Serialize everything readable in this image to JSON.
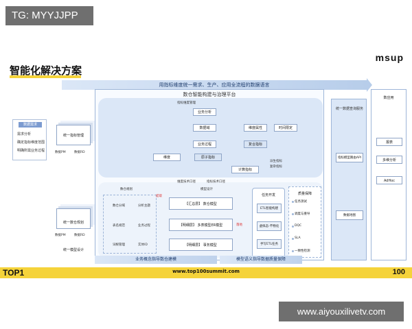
{
  "tg_label": "TG: MYYJJPP",
  "watermark": "www.aiyouxilivetv.com",
  "slide": {
    "title": "智能化解决方案",
    "logo": "msup",
    "top_banner": "用指标维度统一需求、生产、应用全流程的数据语言",
    "platform_title": "数仓智能构建与治理平台",
    "left_panel": {
      "head": "数据需求",
      "lines": [
        "需求分析",
        "确定指标维度范围",
        "明确所需业务过程"
      ]
    },
    "left_top_card": "统一指标管理",
    "left_top_labels": [
      "数据PM",
      "数据RD"
    ],
    "left_bottom_card": [
      "统一数仓规划",
      "统一模型设计"
    ],
    "left_bottom_labels": [
      "数据PM",
      "数据RD"
    ],
    "upper": {
      "title": "指标维度管理",
      "items": [
        "业务分析",
        "数据域",
        "维度属性",
        "时间限定",
        "业务过程",
        "复合指标",
        "维度",
        "原子指标",
        "计算指标"
      ],
      "side_notes": [
        "派生指标",
        "复杂指标"
      ]
    },
    "lower": {
      "plan_title": "数仓规划",
      "plan_items": [
        "数仓分域",
        "表名规范",
        "词根管理"
      ],
      "plan_notes": [
        "分析主题",
        "业务过程",
        "实体ID"
      ],
      "model_title": "模型设计",
      "model_items": [
        "【汇总层】 数仓模型",
        "【明细层】 多表模型ER模型",
        "【明细层】 事务模型"
      ],
      "notes": [
        "维度技术口径",
        "指标技术口径",
        "提取",
        "落地"
      ]
    },
    "dev": {
      "title": "任务开发",
      "items": [
        "ETL智能构建",
        "虚拟态-不物化",
        "手写ETL任务"
      ]
    },
    "quality": {
      "title": "质量保障",
      "items": [
        "任务测试",
        "调度与重导",
        "DQC",
        "SLA",
        "一致性检测"
      ]
    },
    "right": {
      "head": "统一数据查询服务",
      "items": [
        "指标模型路由API",
        "数据地图"
      ]
    },
    "apps": {
      "title": "数应用",
      "items": [
        "报表",
        "多维分析",
        "AdHoc"
      ]
    },
    "bottom_left": "业务概念指导数仓建模",
    "bottom_right": "模型语义指导数据质量保障"
  },
  "footer": {
    "left": "TOP1",
    "url": "www.top100summit.com",
    "right": "100"
  }
}
